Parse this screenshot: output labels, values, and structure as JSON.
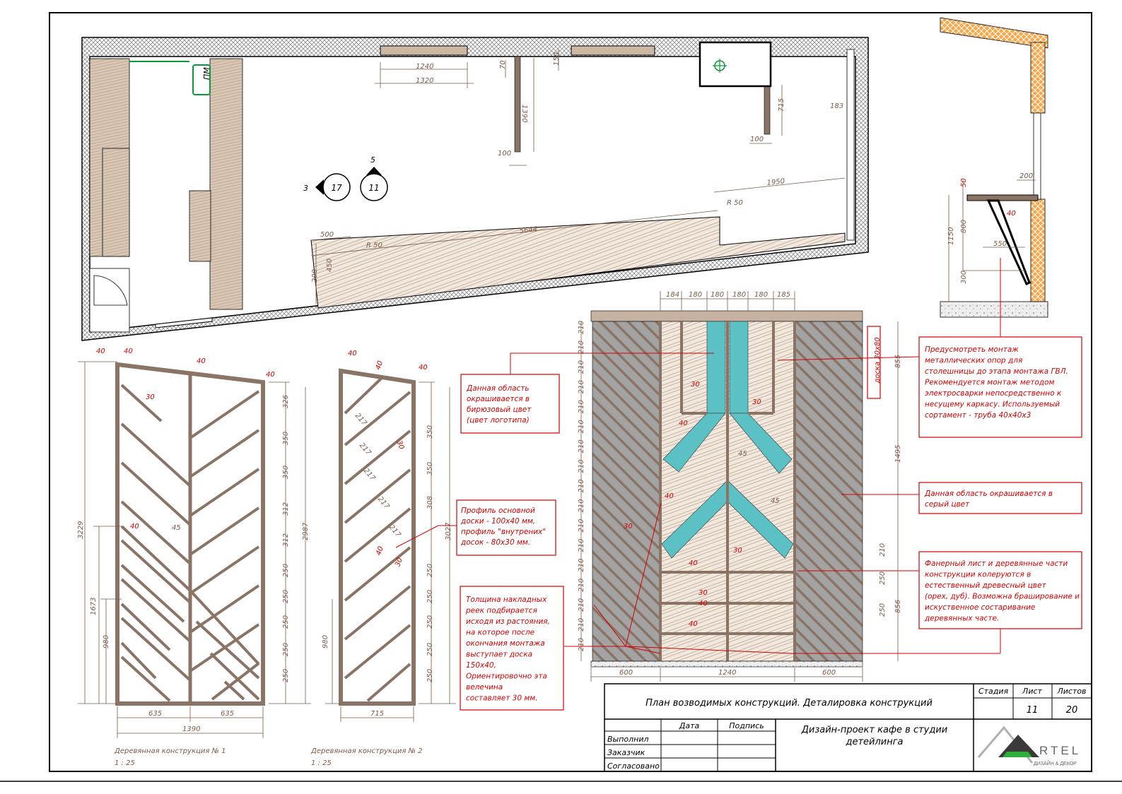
{
  "colors": {
    "frame": "#000000",
    "dimension": "#7a5a4a",
    "annotation": "#d40000",
    "wood": "#cbb7a3",
    "plank": "#8a7466",
    "turquoise": "#5bc1c4",
    "gray": "#9e9e9e",
    "insulation": "#f39a1a"
  },
  "plan": {
    "markers": {
      "left_num": "3",
      "left_circle": "17",
      "top_num": "5",
      "right_circle": "11"
    },
    "equipment_label": "ПМ",
    "dims": {
      "d1240": "1240",
      "d1320": "1320",
      "d70": "70",
      "d150": "150",
      "d1390": "1390",
      "d100a": "100",
      "d715": "715",
      "d183": "183",
      "d100b": "100",
      "d1950": "1950",
      "d5644": "5644",
      "r50a": "R 50",
      "r50b": "R 50",
      "d500": "500",
      "d450": "450",
      "d200": "200"
    }
  },
  "section": {
    "dims": {
      "d200": "200",
      "d50": "50",
      "d40": "40",
      "d800": "800",
      "d550": "550",
      "d1150": "1150",
      "d300": "300"
    }
  },
  "panel1": {
    "caption": "Деревянная конструкция № 1",
    "scale": "1 : 25",
    "dims": {
      "top": [
        "40",
        "40",
        "40",
        "40"
      ],
      "d30": "30",
      "d40left": "40",
      "angle": "45",
      "right": [
        "326",
        "350",
        "350",
        "312",
        "312",
        "250",
        "250",
        "250",
        "250",
        "250"
      ],
      "h2987": "2987",
      "h3229": "3229",
      "h1673": "1673",
      "h980": "980",
      "w635a": "635",
      "w635b": "635",
      "w1390": "1390"
    }
  },
  "panel2": {
    "caption": "Деревянная конструкция № 2",
    "scale": "1 : 25",
    "dims": {
      "top": [
        "40",
        "40",
        "40"
      ],
      "spacing": [
        "217",
        "217",
        "217",
        "217",
        "217"
      ],
      "d30a": "30",
      "d30b": "30",
      "d40": "40",
      "right": [
        "350",
        "350",
        "308",
        "250",
        "250",
        "250",
        "250",
        "250"
      ],
      "h3027": "3027",
      "h980": "980",
      "w715": "715"
    }
  },
  "elevation": {
    "top_dims": [
      "184",
      "180",
      "180",
      "180",
      "180",
      "185"
    ],
    "left_dims": [
      "210",
      "210",
      "210",
      "210",
      "210",
      "210",
      "210",
      "210",
      "210",
      "210",
      "210",
      "210",
      "210",
      "210",
      "210",
      "210",
      "210"
    ],
    "right_dims": {
      "d855": "855",
      "d1495": "1495",
      "d210": "210",
      "d250a": "250",
      "d250b": "250",
      "d856": "856"
    },
    "board_label": "доска 30х80",
    "inner": {
      "a30a": "30",
      "a30b": "30",
      "a30c": "30",
      "a30d": "30",
      "a40a": "40",
      "a40b": "40",
      "a40c": "40",
      "a40d": "40",
      "a40e": "40",
      "ang45a": "45",
      "ang45b": "45",
      "a30left": "30"
    },
    "bottom_dims": [
      "600",
      "1240",
      "600"
    ]
  },
  "notes": {
    "turquoise": [
      "Данная область",
      "окрашивается в",
      "бирюзовый цвет",
      "(цвет логотипа)"
    ],
    "profile": [
      "Профиль основной",
      "доски - 100х40 мм,",
      "профиль \"внутрених\"",
      "досок - 80х30 мм."
    ],
    "thickness": [
      "Толщина накладных",
      "реек подбирается",
      "исходя из растояния,",
      "на которое после",
      "окончания монтажа",
      "выступает доска",
      "150х40,",
      "Ориентировочно эта",
      "велечина",
      "составляет 30 мм."
    ],
    "support": [
      "Предусмотреть монтаж",
      "металлических опор для",
      "столешницы до этапа монтажа ГВЛ.",
      "Рекомендуется монтаж методом",
      "электросварки непосредственно к",
      "несущему каркасу. Используемый",
      "сортамент - труба 40х40х3"
    ],
    "gray": [
      "Данная область окрашивается в",
      "серый цвет"
    ],
    "plywood": [
      "Фанерный лист и деревянные части",
      "конструкции колеруются в",
      "естественный древесный цвет",
      "(орех, дуб). Возможна браширование и",
      "искуственное состаривание",
      "деревянных часте."
    ]
  },
  "title_block": {
    "title": "План возводимых конструкций. Деталировка конструкций",
    "stage_label": "Стадия",
    "sheet_label": "Лист",
    "sheets_label": "Листов",
    "sheet_value": "11",
    "sheets_value": "20",
    "date_label": "Дата",
    "signature_label": "Подпись",
    "project": [
      "Дизайн-проект кафе в студии",
      "детейлинга"
    ],
    "roles": [
      "Выполнил",
      "Заказчик",
      "Согласовано"
    ],
    "logo_text": "RTEL",
    "logo_sub": "ДИЗАЙН & ДЕКОР"
  }
}
